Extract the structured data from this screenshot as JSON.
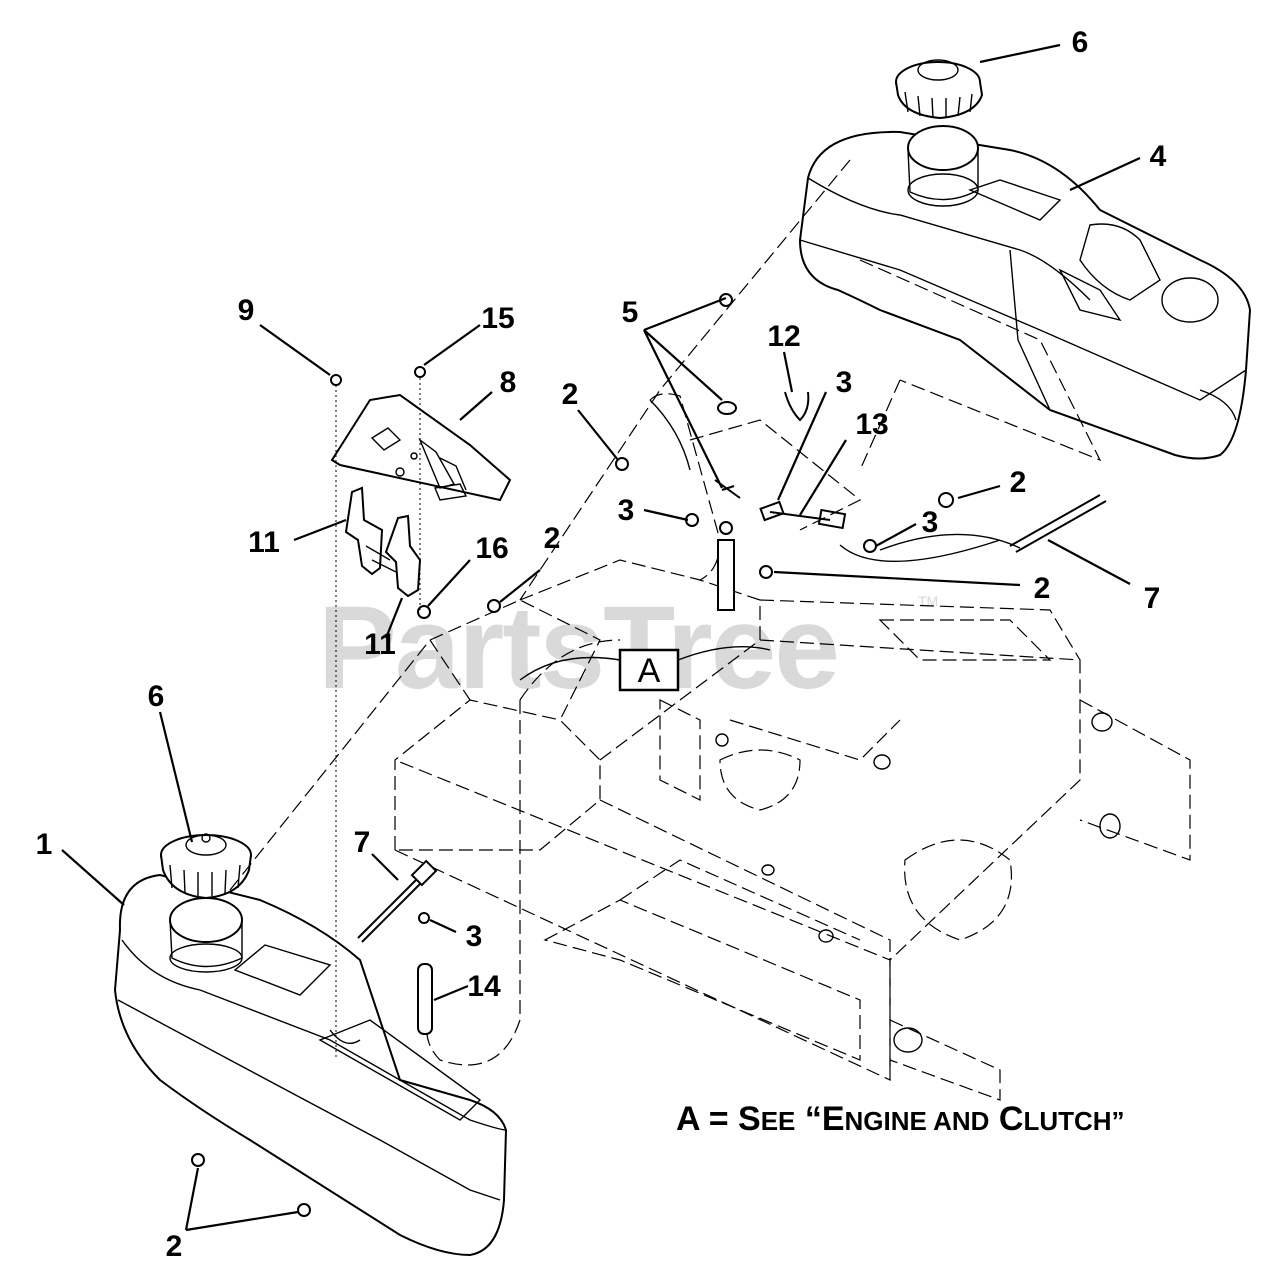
{
  "watermark": {
    "text": "PartsTree",
    "tm": "TM"
  },
  "callouts": {
    "c6_top": "6",
    "c4": "4",
    "c9": "9",
    "c15": "15",
    "c8": "8",
    "c5": "5",
    "c12": "12",
    "c3_a": "3",
    "c13": "13",
    "c2_a": "2",
    "c3_b": "3",
    "c2_b": "2",
    "c3_c": "3",
    "c11_a": "11",
    "c16": "16",
    "c2_c": "2",
    "c2_d": "2",
    "c7_right": "7",
    "c11_b": "11",
    "c6_left": "6",
    "c1": "1",
    "c7_left": "7",
    "c3_d": "3",
    "c14": "14",
    "c2_bottom": "2"
  },
  "reference_box": {
    "label": "A"
  },
  "note": {
    "prefix": "A = S",
    "see_rest": "EE",
    "quote_open": " “E",
    "engine_rest": "NGINE AND",
    "clutch_first": " C",
    "clutch_rest": "LUTCH”"
  }
}
